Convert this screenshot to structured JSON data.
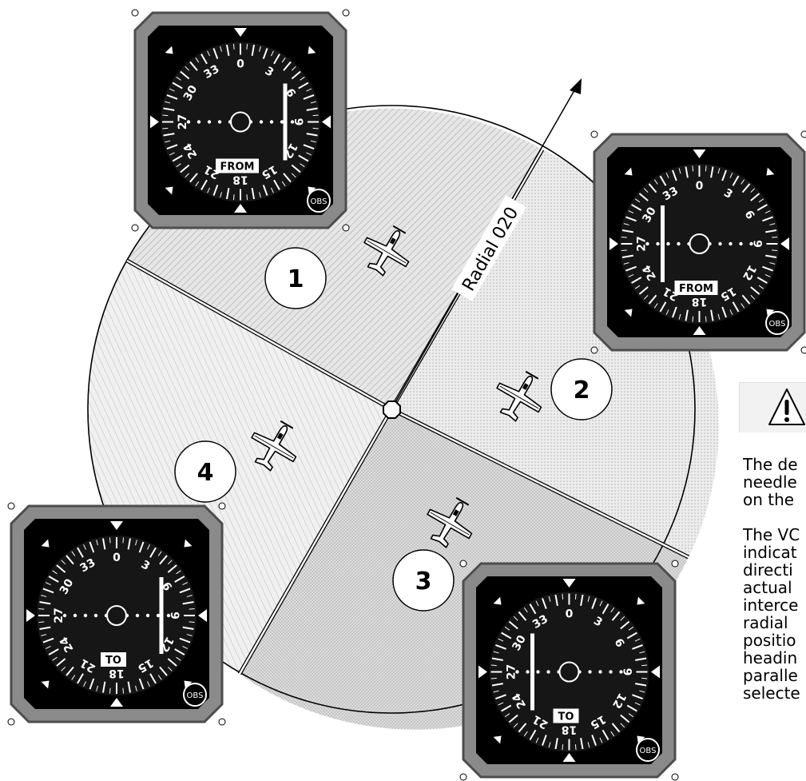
{
  "diagram": {
    "radial_label": "Radial 020",
    "sectors": [
      {
        "number": "1",
        "indicator": "FROM"
      },
      {
        "number": "2",
        "indicator": "FROM"
      },
      {
        "number": "3",
        "indicator": "TO"
      },
      {
        "number": "4",
        "indicator": "TO"
      }
    ],
    "indicator_dial": {
      "labels": [
        "0",
        "3",
        "6",
        "9",
        "12",
        "15",
        "18",
        "21",
        "24",
        "27",
        "30",
        "33"
      ],
      "obs_label": "OBS"
    }
  },
  "caution": {
    "icon": "warning-triangle-icon",
    "paragraph1": [
      "The de",
      "needle",
      "on the"
    ],
    "paragraph2": [
      "The VC",
      "indicat",
      "directi",
      "actual",
      "interce",
      "radial",
      "positio",
      "headin",
      "paralle",
      "selecte"
    ]
  },
  "colors": {
    "bezel": "#8a8a8a",
    "bezel_dark": "#4d4d4d",
    "face": "#000000",
    "sector_fill": "#e4e4e4"
  }
}
